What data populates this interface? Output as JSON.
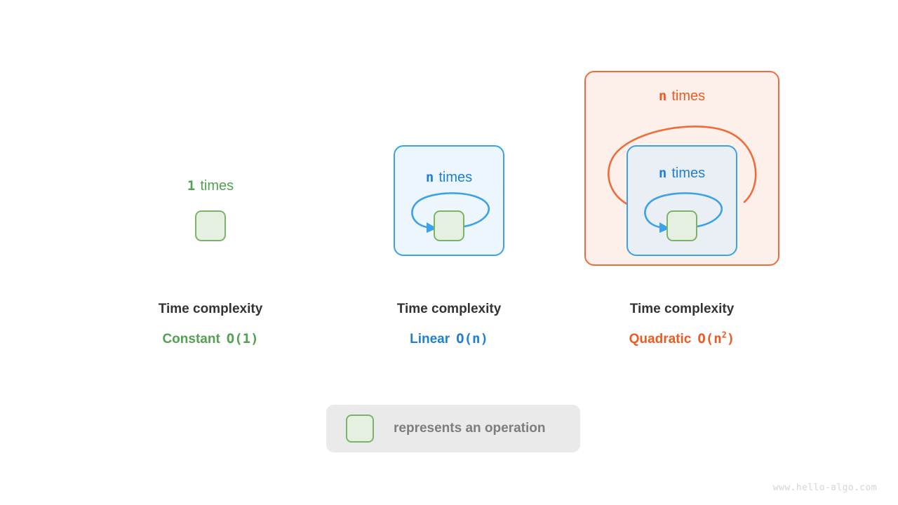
{
  "diagram": {
    "title_common": "Time complexity",
    "columns": [
      {
        "id": "constant",
        "times_count": "1",
        "times_word": "times",
        "times_color": "#53a051",
        "title": "Time complexity",
        "complexity_name": "Constant",
        "complexity_bigo_prefix": "O(1)",
        "complexity_color": "#53a051",
        "nesting": 0
      },
      {
        "id": "linear",
        "times_count": "n",
        "times_word": "times",
        "times_color": "#1f7fd4",
        "title": "Time complexity",
        "complexity_name": "Linear",
        "complexity_bigo_prefix": "O(n)",
        "complexity_color": "#1f7fd4",
        "nesting": 1
      },
      {
        "id": "quadratic",
        "times_count_outer": "n",
        "times_count": "n",
        "times_word": "times",
        "times_color": "#ef5a21",
        "inner_times_color": "#1f7fd4",
        "title": "Time complexity",
        "complexity_name": "Quadratic",
        "complexity_bigo_base": "O(n",
        "complexity_bigo_exp": "2",
        "complexity_bigo_close": ")",
        "complexity_color": "#ef5a21",
        "nesting": 2
      }
    ]
  },
  "legend": {
    "square_icon": "operation-square-icon",
    "text": "represents an operation"
  },
  "watermark": {
    "text": "www.hello-algo.com"
  },
  "colors": {
    "green": "#53a051",
    "green_border": "#7cb36a",
    "green_fill": "#e6f0e1",
    "blue": "#1f7fd4",
    "blue_border": "#3ba1e8",
    "blue_fill": "#edf6fc",
    "orange": "#ef5a21",
    "orange_border": "#ef6c3a",
    "orange_fill": "#fdf0ea",
    "title_gray": "#333333",
    "legend_bg": "#eaeaea",
    "legend_text": "#7d7d7d",
    "watermark_gray": "#d5d5d5",
    "background": "#ffffff"
  }
}
